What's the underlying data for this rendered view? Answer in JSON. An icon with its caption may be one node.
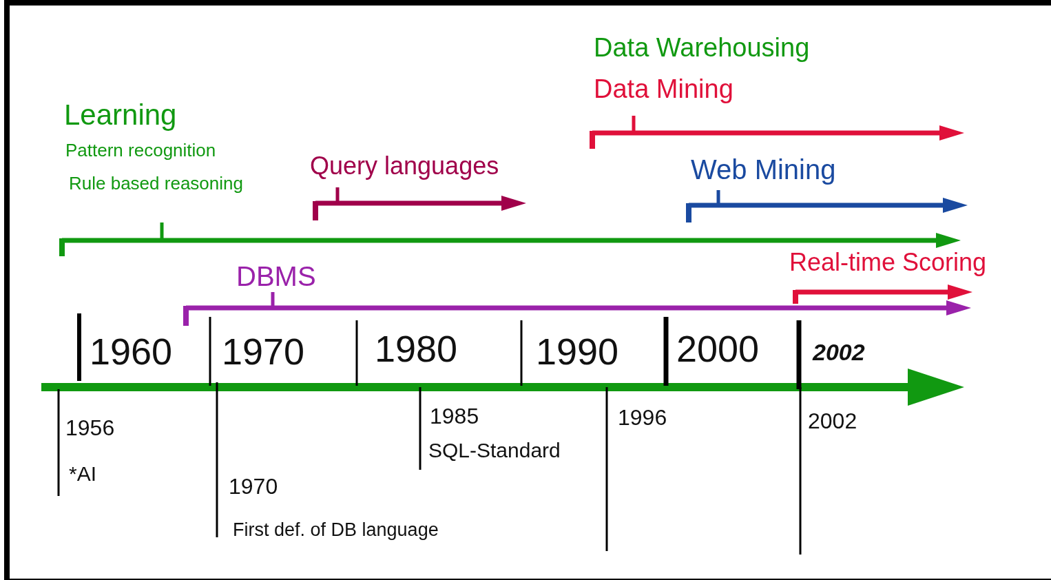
{
  "diagram": {
    "labels": [
      "Data Warehousing",
      "Data Mining",
      "Learning",
      "Pattern recognition",
      "Rule based reasoning",
      "Query languages",
      "Web Mining",
      "Real-time Scoring",
      "DBMS",
      "1960",
      "1970",
      "1980",
      "1990",
      "2000",
      "2002",
      "1956",
      "*AI",
      "1985",
      "SQL-Standard",
      "1996",
      "2002",
      "1970",
      "First def. of DB language"
    ]
  }
}
